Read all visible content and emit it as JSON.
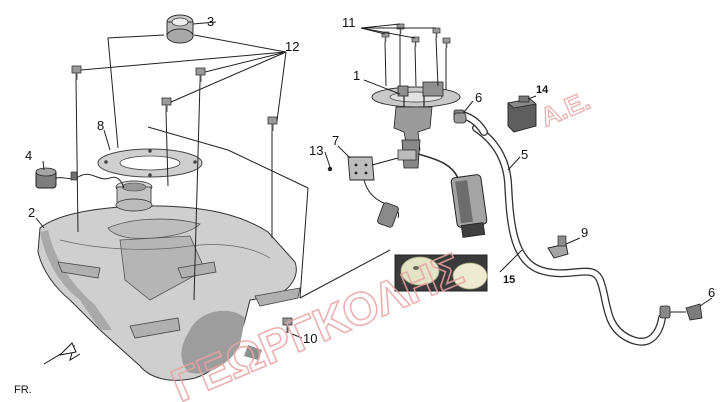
{
  "watermark": {
    "text": "ΓΕΩΡΓΚΟΛΗΣ",
    "suffix": "Α.Ε."
  },
  "orientation": {
    "label": "FR."
  },
  "callouts": [
    {
      "id": "c1",
      "label": "1"
    },
    {
      "id": "c2",
      "label": "2"
    },
    {
      "id": "c3",
      "label": "3"
    },
    {
      "id": "c4",
      "label": "4"
    },
    {
      "id": "c5",
      "label": "5"
    },
    {
      "id": "c6a",
      "label": "6"
    },
    {
      "id": "c6b",
      "label": "6"
    },
    {
      "id": "c7",
      "label": "7"
    },
    {
      "id": "c8",
      "label": "8"
    },
    {
      "id": "c9",
      "label": "9"
    },
    {
      "id": "c10",
      "label": "10"
    },
    {
      "id": "c11",
      "label": "11"
    },
    {
      "id": "c12",
      "label": "12"
    },
    {
      "id": "c13",
      "label": "13"
    },
    {
      "id": "c14",
      "label": "14"
    },
    {
      "id": "c15",
      "label": "15"
    }
  ]
}
